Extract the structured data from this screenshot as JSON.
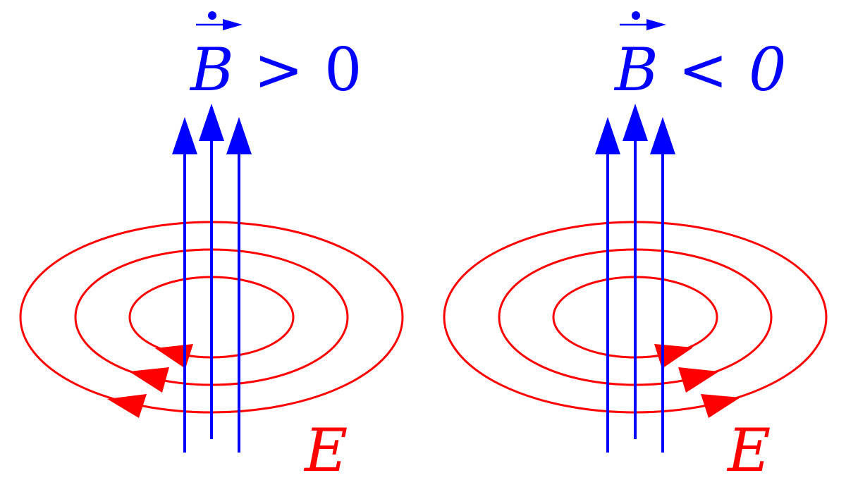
{
  "colors": {
    "field_b": "#0000ff",
    "field_e": "#ff0000",
    "background": "#ffffff"
  },
  "left_panel": {
    "b_symbol": "B",
    "relation": ">",
    "value": "0",
    "e_label": "E",
    "circulation": "clockwise-viewed-from-front"
  },
  "right_panel": {
    "b_symbol": "B",
    "relation": "<",
    "value": "0",
    "e_label": "E",
    "circulation": "counterclockwise-viewed-from-front"
  }
}
